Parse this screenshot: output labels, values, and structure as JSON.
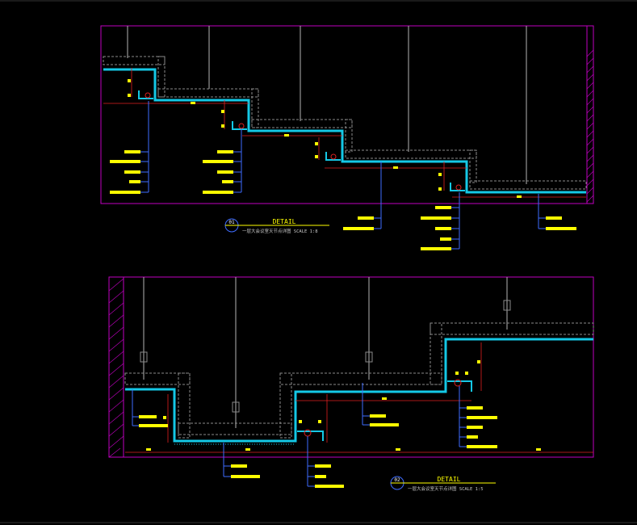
{
  "colors": {
    "background": "#000000",
    "frame": "#c000c0",
    "ceiling": "#14c8e6",
    "structure": "#8a8a8a",
    "hanger": "#b4b4b4",
    "leader": "#3e6cff",
    "label": "#ffff00",
    "dim": "#e02020",
    "wall": "#c000c0"
  },
  "details": [
    {
      "id": "detail-1",
      "number": "01",
      "title": "DETAIL",
      "subtitle": "一层大会议室天节点详图  SCALE 1:8"
    },
    {
      "id": "detail-2",
      "number": "02",
      "title": "DETAIL",
      "subtitle": "一层大会议室天节点详图  SCALE 1:5"
    }
  ]
}
